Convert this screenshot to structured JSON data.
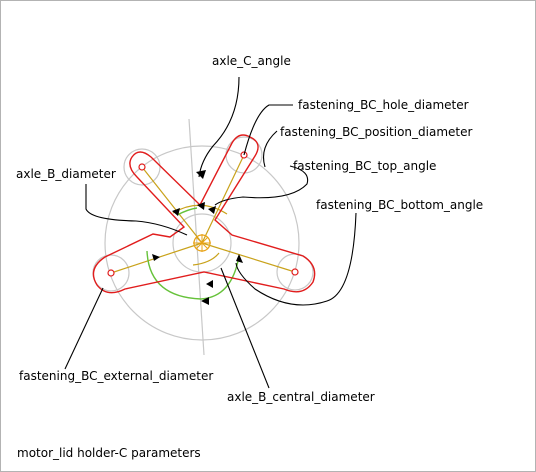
{
  "labels": {
    "axle_c_angle": "axle_C_angle",
    "fastening_bc_hole_diameter": "fastening_BC_hole_diameter",
    "fastening_bc_position_diameter": "fastening_BC_position_diameter",
    "fastening_bc_top_angle": "fastening_BC_top_angle",
    "fastening_bc_bottom_angle": "fastening_BC_bottom_angle",
    "axle_b_diameter": "axle_B_diameter",
    "fastening_bc_external_diameter": "fastening_BC_external_diameter",
    "axle_b_central_diameter": "axle_B_central_diameter"
  },
  "caption": "motor_lid holder-C parameters",
  "colors": {
    "outline": "#e11d1d",
    "construction": "#c8c8c8",
    "axis": "#c9a21a",
    "angle_arc": "#66c23a",
    "text": "#000000"
  }
}
